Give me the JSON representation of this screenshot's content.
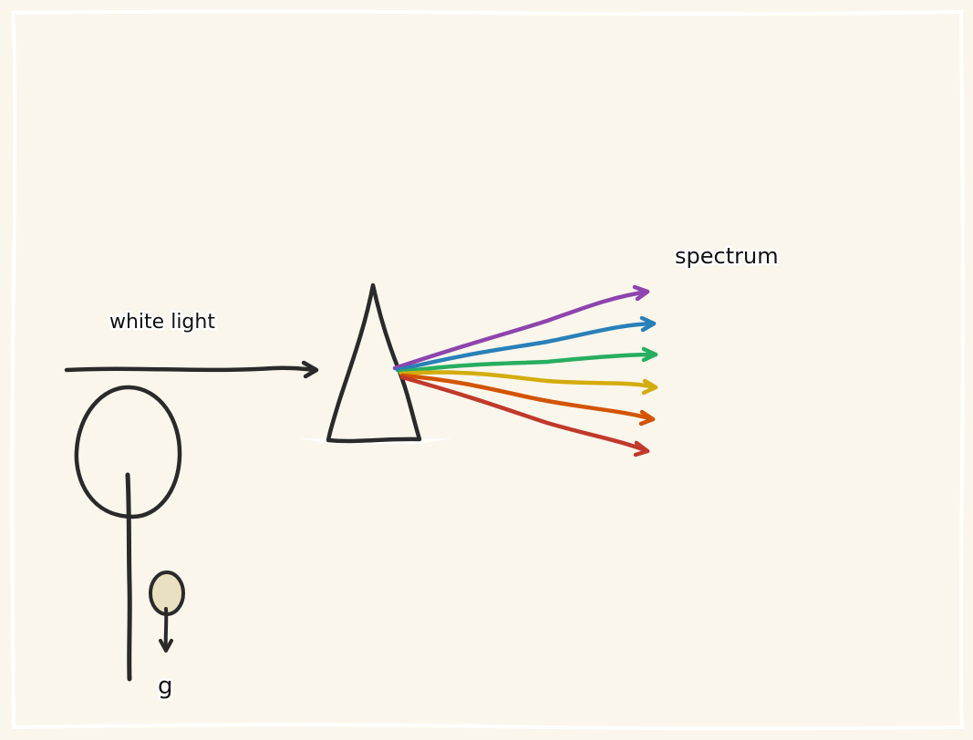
{
  "labels": {
    "white_light": "white light",
    "spectrum": "spectrum",
    "gravity": "g"
  },
  "colors": {
    "background": "#faf6ec",
    "ink": "#2a2a2a",
    "bob_fill": "#e9e0c2",
    "spectrum": [
      "#8e44ad",
      "#2980b9",
      "#27ae60",
      "#d4ac0d",
      "#d35400",
      "#c0392b"
    ]
  },
  "icons": {
    "light_bulb": "light-bulb-icon",
    "prism": "prism-icon",
    "gravity_arrow": "arrow-down-icon"
  }
}
